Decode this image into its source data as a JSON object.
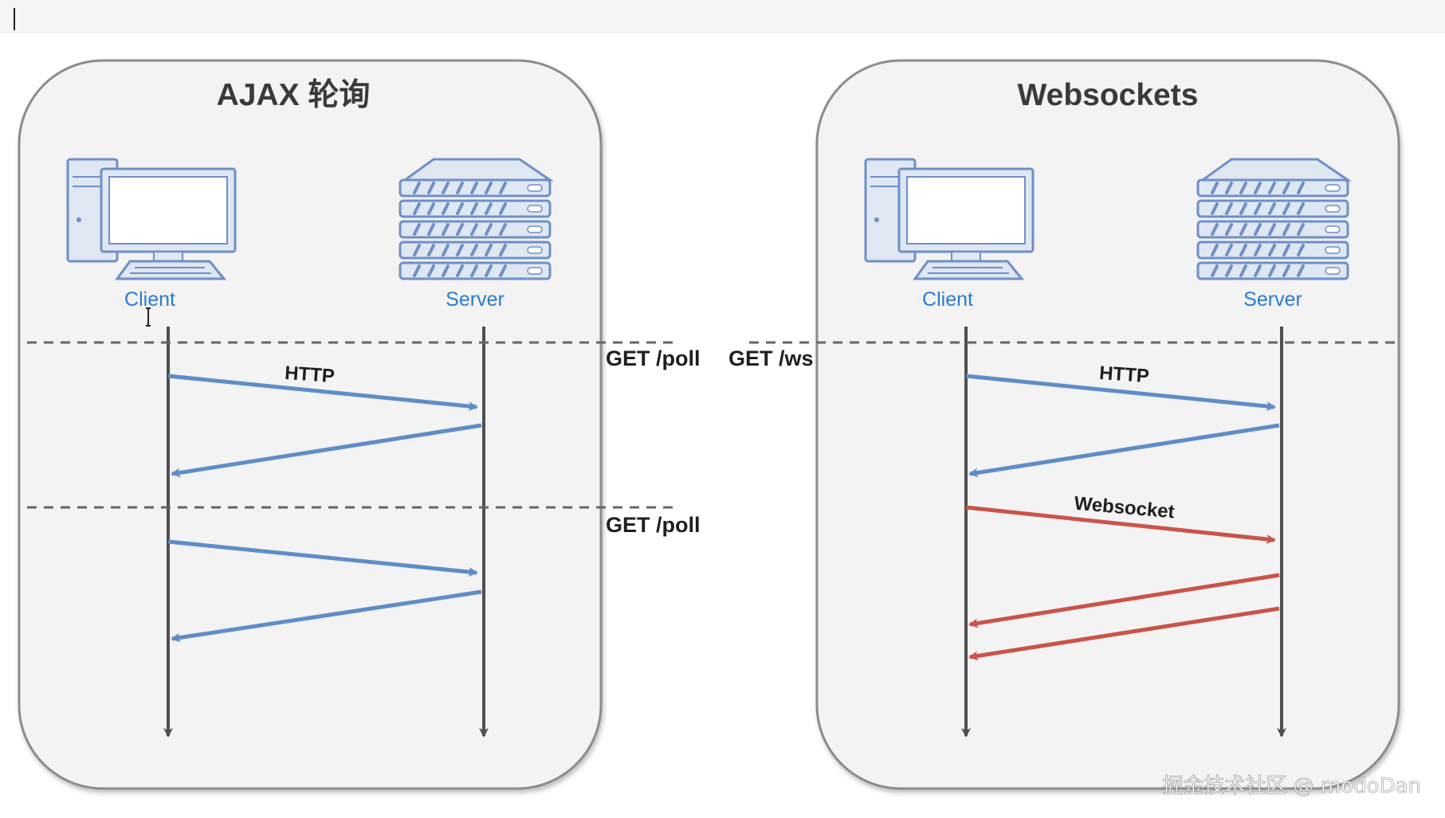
{
  "ajax_panel": {
    "title": "AJAX 轮询",
    "client_label": "Client",
    "server_label": "Server",
    "request_labels": [
      "GET /poll",
      "GET /poll"
    ],
    "message_label": "HTTP"
  },
  "ws_panel": {
    "title": "Websockets",
    "client_label": "Client",
    "server_label": "Server",
    "request_label": "GET /ws",
    "http_label": "HTTP",
    "websocket_label": "Websocket"
  },
  "watermark": "掘金技术社区 @ modoDan",
  "colors": {
    "panel_fill": "#f3f3f3",
    "panel_stroke": "#8c8c8c",
    "http_arrow": "#5f8cc7",
    "websocket_arrow": "#c9534a",
    "lifeline": "#4f4f4f",
    "icon_stroke": "#6f8fc6",
    "icon_fill": "#dfe7f3"
  }
}
